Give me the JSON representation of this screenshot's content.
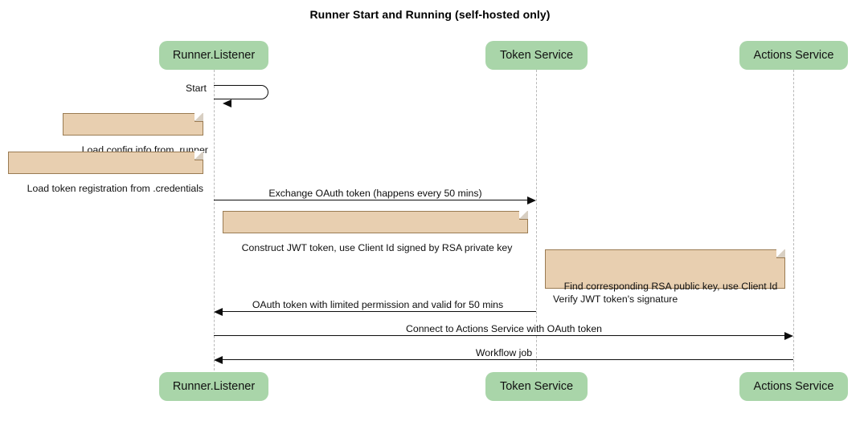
{
  "diagram": {
    "type": "sequence-diagram",
    "title": "Runner Start and Running (self-hosted only)",
    "colors": {
      "participant_fill": "#a9d5a9",
      "note_fill": "#e8cfb0",
      "note_border": "#9a7b52",
      "lifeline": "#b9b9b9",
      "message_line": "#0d0d0d",
      "background": "#ffffff"
    }
  },
  "participants": [
    {
      "id": "runner",
      "label": "Runner.Listener"
    },
    {
      "id": "token",
      "label": "Token Service"
    },
    {
      "id": "actions",
      "label": "Actions Service"
    }
  ],
  "participants_bottom": [
    {
      "id": "runner",
      "label": "Runner.Listener"
    },
    {
      "id": "token",
      "label": "Token Service"
    },
    {
      "id": "actions",
      "label": "Actions Service"
    }
  ],
  "messages": [
    {
      "id": "start",
      "label": "Start",
      "from": "runner",
      "to": "runner",
      "kind": "self",
      "arrow": "solid"
    },
    {
      "id": "exchange-oauth-token",
      "label": "Exchange OAuth token (happens every 50 mins)",
      "from": "runner",
      "to": "token",
      "kind": "call",
      "direction": "right",
      "arrow": "solid"
    },
    {
      "id": "oauth-token-return",
      "label": "OAuth token with limited permission and valid for 50 mins",
      "from": "token",
      "to": "runner",
      "kind": "return",
      "direction": "left",
      "arrow": "solid"
    },
    {
      "id": "connect-to-actions-service",
      "label": "Connect to Actions Service with OAuth token",
      "from": "runner",
      "to": "actions",
      "kind": "call",
      "direction": "right",
      "arrow": "solid"
    },
    {
      "id": "workflow-job",
      "label": "Workflow job",
      "from": "actions",
      "to": "runner",
      "kind": "return",
      "direction": "left",
      "arrow": "solid"
    }
  ],
  "notes": [
    {
      "id": "load-config-info",
      "text": "Load config info from .runner",
      "attached_to": "runner",
      "position": "left"
    },
    {
      "id": "load-token-registration",
      "text": "Load token registration from .credentials",
      "attached_to": "runner",
      "position": "left"
    },
    {
      "id": "construct-jwt-token",
      "text": "Construct JWT token, use Client Id signed by RSA private key",
      "attached_to": "runner",
      "position": "right"
    },
    {
      "id": "verify-jwt-token",
      "text": "Find corresponding RSA public key, use Client Id\nVerify JWT token's signature",
      "attached_to": "token",
      "position": "right"
    }
  ]
}
